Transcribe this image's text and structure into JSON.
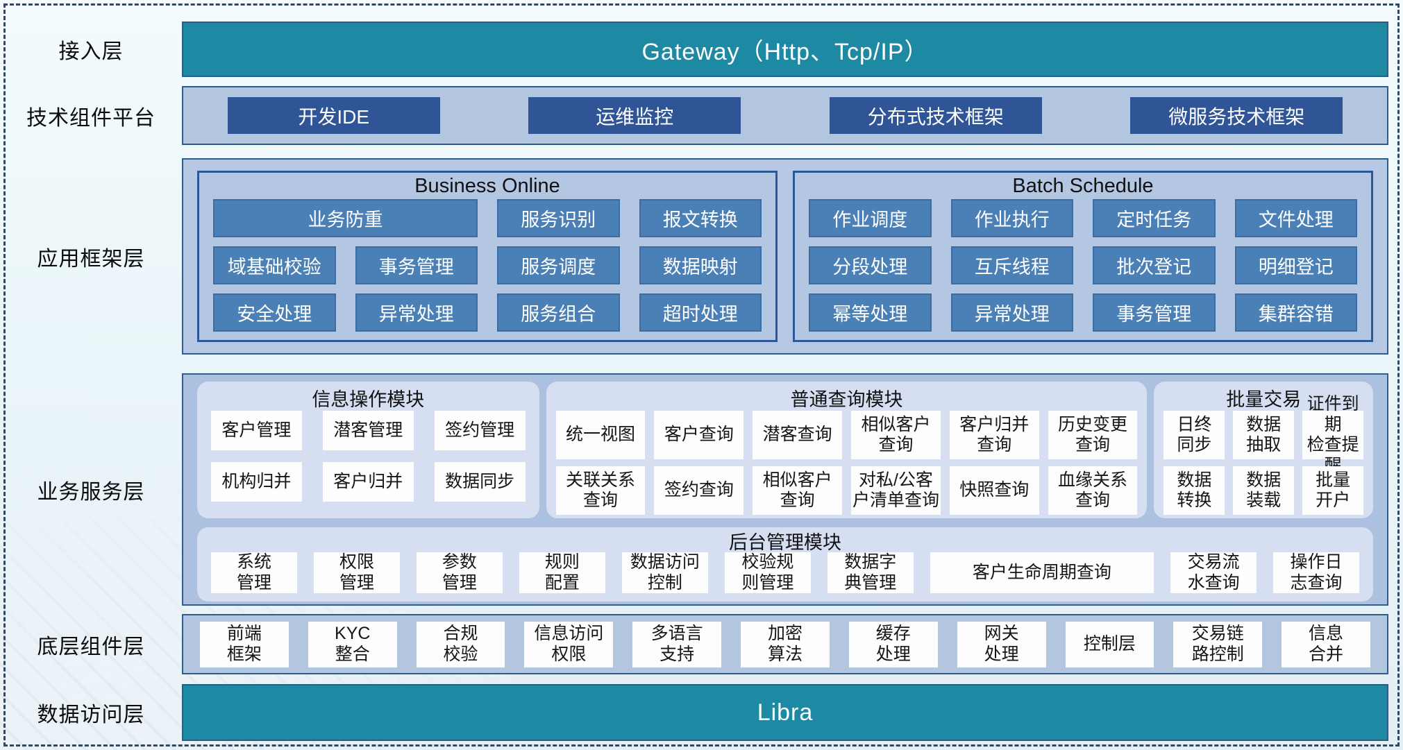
{
  "colors": {
    "teal": "#1d89a2",
    "dark_blue": "#2f5597",
    "steel_blue": "#4a80b6",
    "container_blue": "#b2c6e0",
    "container_biz": "#acc0e0",
    "panel_light": "#d6dff2",
    "border_navy": "#2c5898",
    "dashed_border": "#2b4968"
  },
  "layers": {
    "access": {
      "label": "接入层",
      "bar": "Gateway（Http、Tcp/IP）"
    },
    "tech": {
      "label": "技术组件平台",
      "buttons": [
        "开发IDE",
        "运维监控",
        "分布式技术框架",
        "微服务技术框架"
      ]
    },
    "app": {
      "label": "应用框架层",
      "panels": [
        {
          "title": "Business Online",
          "items": [
            {
              "t": "业务防重",
              "span": 2
            },
            "服务识别",
            "报文转换",
            "域基础校验",
            "事务管理",
            "服务调度",
            "数据映射",
            "安全处理",
            "异常处理",
            "服务组合",
            "超时处理"
          ]
        },
        {
          "title": "Batch Schedule",
          "items": [
            "作业调度",
            "作业执行",
            "定时任务",
            "文件处理",
            "分段处理",
            "互斥线程",
            "批次登记",
            "明细登记",
            "幂等处理",
            "异常处理",
            "事务管理",
            "集群容错"
          ]
        }
      ]
    },
    "biz": {
      "label": "业务服务层",
      "panels": [
        {
          "title": "信息操作模块",
          "items": [
            "客户管理",
            "潜客管理",
            "签约管理",
            "机构归并",
            "客户归并",
            "数据同步"
          ]
        },
        {
          "title": "普通查询模块",
          "items": [
            "统一视图",
            "客户查询",
            "潜客查询",
            "相似客户\n查询",
            "客户归并\n查询",
            "历史变更\n查询",
            "关联关系\n查询",
            "签约查询",
            "相似客户\n查询",
            "对私/公客\n户清单查询",
            "快照查询",
            "血缘关系\n查询"
          ]
        },
        {
          "title": "批量交易",
          "items": [
            "日终\n同步",
            "数据\n抽取",
            "证件到期\n检查提醒",
            "数据\n转换",
            "数据\n装载",
            "批量\n开户"
          ]
        }
      ],
      "admin": {
        "title": "后台管理模块",
        "items": [
          "系统\n管理",
          "权限\n管理",
          "参数\n管理",
          "规则\n配置",
          "数据访问\n控制",
          "校验规\n则管理",
          "数据字\n典管理",
          {
            "t": "客户生命周期查询",
            "w": 2.6
          },
          "交易流\n水查询",
          "操作日\n志查询"
        ]
      }
    },
    "base": {
      "label": "底层组件层",
      "items": [
        "前端\n框架",
        "KYC\n整合",
        "合规\n校验",
        "信息访问\n权限",
        "多语言\n支持",
        "加密\n算法",
        "缓存\n处理",
        "网关\n处理",
        "控制层",
        "交易链\n路控制",
        "信息\n合并"
      ]
    },
    "data": {
      "label": "数据访问层",
      "bar": "Libra"
    }
  }
}
